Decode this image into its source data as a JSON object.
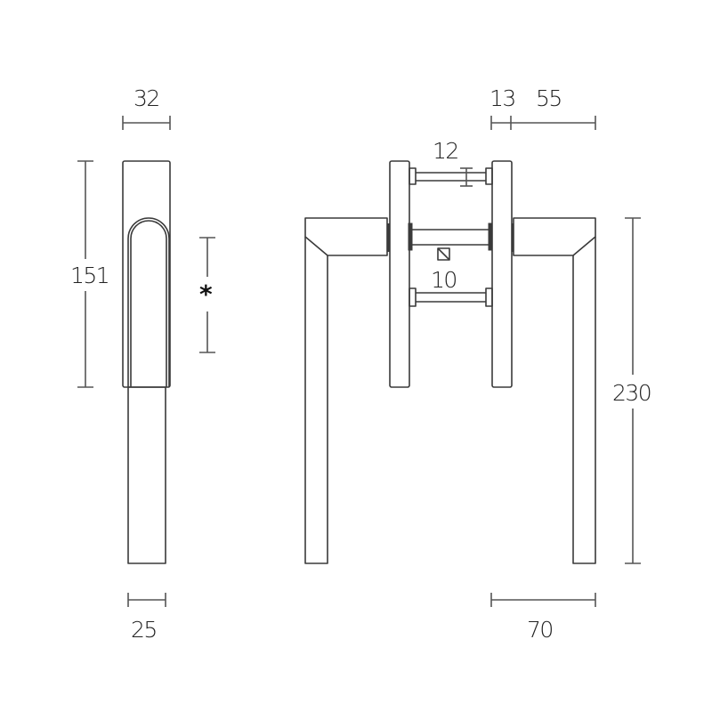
{
  "drawing": {
    "title": "Window handle technical drawing",
    "side_view": {
      "width_top_label": "32",
      "height_label": "151",
      "variable_label": "*",
      "width_bottom_label": "25"
    },
    "front_view": {
      "rose_offset_label": "13",
      "lever_projection_label": "55",
      "spindle_spacing_label": "12",
      "square_spindle_label": "10",
      "lever_length_label": "230",
      "lever_width_label": "70"
    },
    "colors": {
      "line": "#3a3a3a",
      "dimension": "#555555",
      "background": "#ffffff"
    }
  }
}
